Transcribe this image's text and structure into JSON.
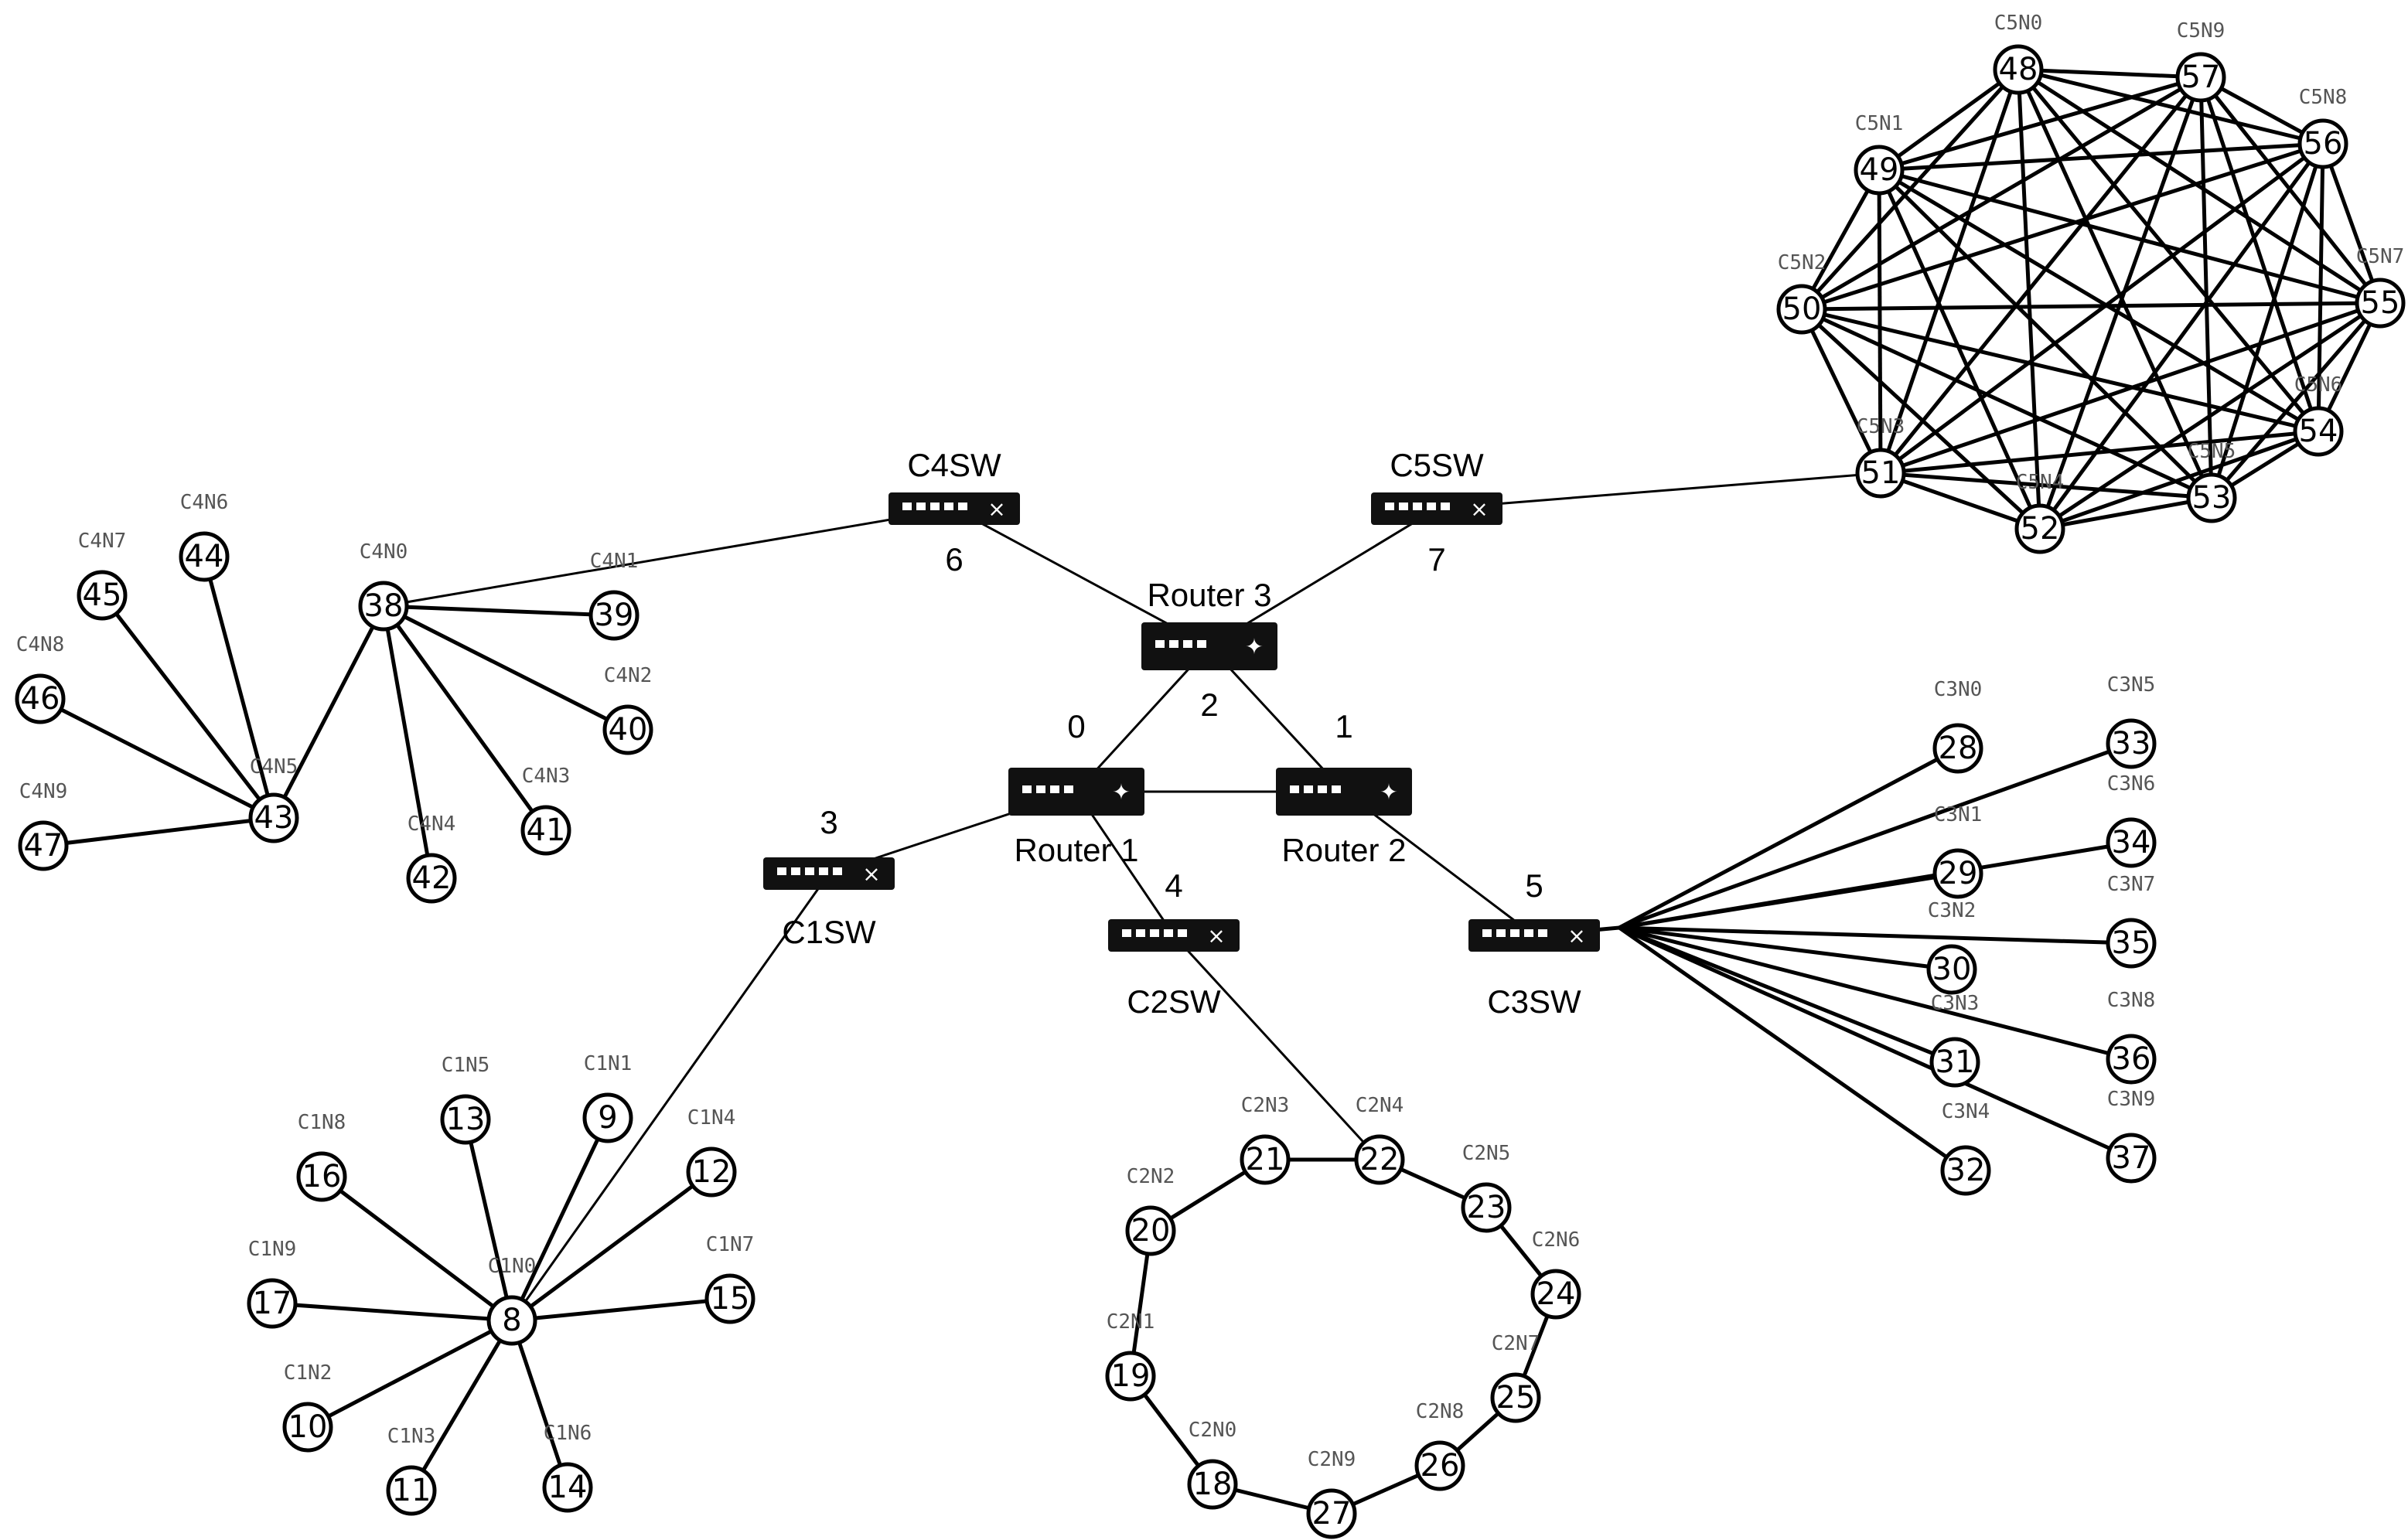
{
  "devices": [
    {
      "id": "router1",
      "kind": "router",
      "number": "0",
      "label": "Router 1"
    },
    {
      "id": "router2",
      "kind": "router",
      "number": "1",
      "label": "Router 2"
    },
    {
      "id": "router3",
      "kind": "router",
      "number": "2",
      "label": "Router 3"
    },
    {
      "id": "c1sw",
      "kind": "switch",
      "number": "3",
      "label": "C1SW"
    },
    {
      "id": "c2sw",
      "kind": "switch",
      "number": "4",
      "label": "C2SW"
    },
    {
      "id": "c3sw",
      "kind": "switch",
      "number": "5",
      "label": "C3SW"
    },
    {
      "id": "c4sw",
      "kind": "switch",
      "number": "6",
      "label": "C4SW"
    },
    {
      "id": "c5sw",
      "kind": "switch",
      "number": "7",
      "label": "C5SW"
    }
  ],
  "clusters": {
    "c1": {
      "topology": "star",
      "switch": "c1sw",
      "hub": "8",
      "nodes": [
        {
          "num": "8",
          "label": "C1N0"
        },
        {
          "num": "9",
          "label": "C1N1"
        },
        {
          "num": "10",
          "label": "C1N2"
        },
        {
          "num": "11",
          "label": "C1N3"
        },
        {
          "num": "12",
          "label": "C1N4"
        },
        {
          "num": "13",
          "label": "C1N5"
        },
        {
          "num": "14",
          "label": "C1N6"
        },
        {
          "num": "15",
          "label": "C1N7"
        },
        {
          "num": "16",
          "label": "C1N8"
        },
        {
          "num": "17",
          "label": "C1N9"
        }
      ]
    },
    "c2": {
      "topology": "ring",
      "switch": "c2sw",
      "attach": "22",
      "nodes": [
        {
          "num": "18",
          "label": "C2N0"
        },
        {
          "num": "19",
          "label": "C2N1"
        },
        {
          "num": "20",
          "label": "C2N2"
        },
        {
          "num": "21",
          "label": "C2N3"
        },
        {
          "num": "22",
          "label": "C2N4"
        },
        {
          "num": "23",
          "label": "C2N5"
        },
        {
          "num": "24",
          "label": "C2N6"
        },
        {
          "num": "25",
          "label": "C2N7"
        },
        {
          "num": "26",
          "label": "C2N8"
        },
        {
          "num": "27",
          "label": "C2N9"
        }
      ]
    },
    "c3": {
      "topology": "bus",
      "switch": "c3sw",
      "nodes": [
        {
          "num": "28",
          "label": "C3N0"
        },
        {
          "num": "29",
          "label": "C3N1"
        },
        {
          "num": "30",
          "label": "C3N2"
        },
        {
          "num": "31",
          "label": "C3N3"
        },
        {
          "num": "32",
          "label": "C3N4"
        },
        {
          "num": "33",
          "label": "C3N5"
        },
        {
          "num": "34",
          "label": "C3N6"
        },
        {
          "num": "35",
          "label": "C3N7"
        },
        {
          "num": "36",
          "label": "C3N8"
        },
        {
          "num": "37",
          "label": "C3N9"
        }
      ]
    },
    "c4": {
      "topology": "tree",
      "switch": "c4sw",
      "root": "38",
      "nodes": [
        {
          "num": "38",
          "label": "C4N0"
        },
        {
          "num": "39",
          "label": "C4N1"
        },
        {
          "num": "40",
          "label": "C4N2"
        },
        {
          "num": "41",
          "label": "C4N3"
        },
        {
          "num": "42",
          "label": "C4N4"
        },
        {
          "num": "43",
          "label": "C4N5"
        },
        {
          "num": "44",
          "label": "C4N6"
        },
        {
          "num": "45",
          "label": "C4N7"
        },
        {
          "num": "46",
          "label": "C4N8"
        },
        {
          "num": "47",
          "label": "C4N9"
        }
      ]
    },
    "c5": {
      "topology": "full-mesh",
      "switch": "c5sw",
      "attach": "51",
      "nodes": [
        {
          "num": "48",
          "label": "C5N0"
        },
        {
          "num": "49",
          "label": "C5N1"
        },
        {
          "num": "50",
          "label": "C5N2"
        },
        {
          "num": "51",
          "label": "C5N3"
        },
        {
          "num": "52",
          "label": "C5N4"
        },
        {
          "num": "53",
          "label": "C5N5"
        },
        {
          "num": "54",
          "label": "C5N6"
        },
        {
          "num": "55",
          "label": "C5N7"
        },
        {
          "num": "56",
          "label": "C5N8"
        },
        {
          "num": "57",
          "label": "C5N9"
        }
      ]
    }
  },
  "backbone_links": [
    [
      "router1",
      "router2"
    ],
    [
      "router1",
      "router3"
    ],
    [
      "router2",
      "router3"
    ],
    [
      "router1",
      "c1sw"
    ],
    [
      "router1",
      "c2sw"
    ],
    [
      "router2",
      "c3sw"
    ],
    [
      "router3",
      "c4sw"
    ],
    [
      "router3",
      "c5sw"
    ]
  ],
  "tree_links": [
    [
      "38",
      "39"
    ],
    [
      "38",
      "40"
    ],
    [
      "38",
      "41"
    ],
    [
      "38",
      "42"
    ],
    [
      "38",
      "43"
    ],
    [
      "43",
      "44"
    ],
    [
      "43",
      "45"
    ],
    [
      "43",
      "46"
    ],
    [
      "43",
      "47"
    ]
  ],
  "colors": {
    "line": "#000000",
    "node_fill": "#ffffff",
    "device": "#111111",
    "label_grey": "#555555"
  },
  "icons": {
    "router": "router-icon",
    "switch": "switch-icon"
  }
}
